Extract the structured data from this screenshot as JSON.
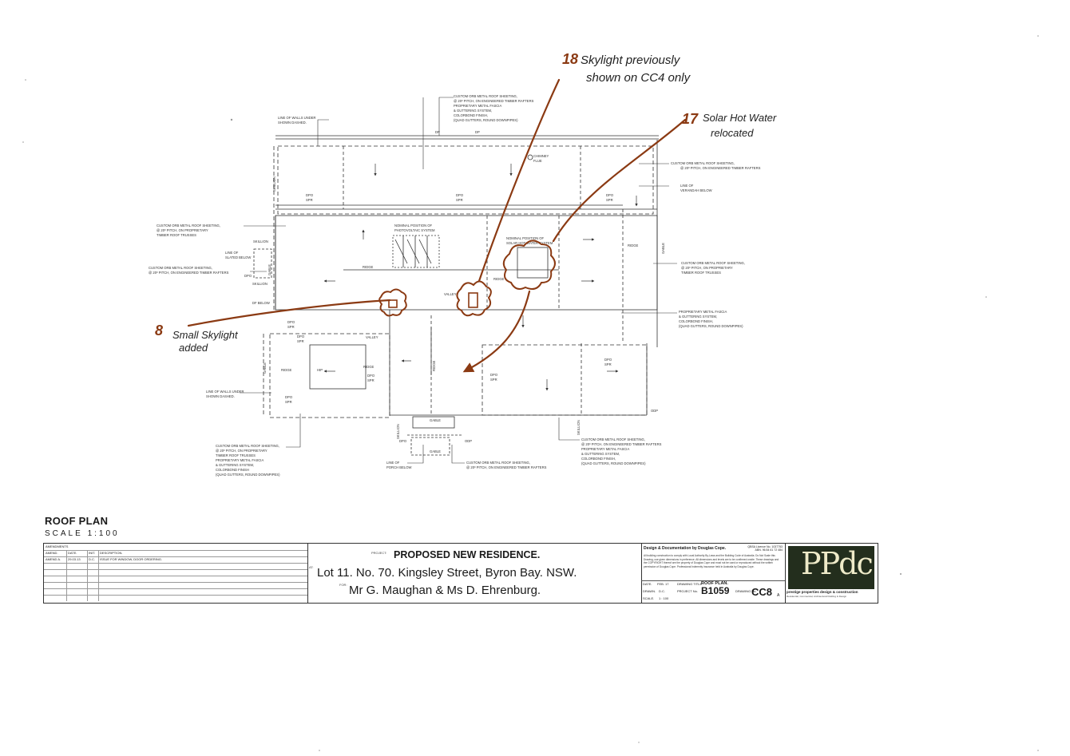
{
  "drawing": {
    "title": "ROOF PLAN",
    "scale": "SCALE  1:100"
  },
  "annotations": {
    "note_18_number": "18",
    "note_18_line1": "Skylight previously",
    "note_18_line2": "shown on CC4 only",
    "note_17_number": "17",
    "note_17_line1": "Solar Hot Water",
    "note_17_line2": "relocated",
    "note_8_number": "8",
    "note_8_line1": "Small Skylight",
    "note_8_line2": "added",
    "markup_color": "#8b3a13"
  },
  "plan_labels": {
    "orb_top": "CUSTOM ORB METAL ROOF SHEETING,",
    "orb_top_2": "@ 20º PITCH, ON ENGINEERED TIMBER RAFTERS",
    "fascia_top": "PROPRIETARY METAL FASCIA",
    "fascia_top_2": "& GUTTERING SYSTEM,",
    "fascia_top_3": "COLORBOND FINISH,",
    "fascia_top_4": "(QUAD GUTTERS, ROUND DOWNPIPES)",
    "walls_under": "LINE OF WALLS UNDER",
    "walls_under_2": "SHOWN DASHED.",
    "chimney": "CHIMNEY",
    "chimney_2": "FLUE",
    "orb_right": "CUSTOM ORB METAL ROOF SHEETING,",
    "orb_right_2": "@ 20º PITCH, ON ENGINEERED TIMBER RAFTERS",
    "verandah": "LINE OF",
    "verandah_2": "VERANDAH BELOW",
    "orb_left": "CUSTOM ORB METAL ROOF SHEETING,",
    "orb_left_2": "@ 20º PITCH, ON PROPRIETARY",
    "orb_left_3": "TIMBER ROOF TRUSSES",
    "skillion": "SKILLION",
    "line_of": "LINE OF",
    "slated": "SLATED BELOW",
    "orb_left_b": "CUSTOM ORB METAL ROOF SHEETING,",
    "orb_left_b2": "@ 20º PITCH, ON ENGINEERED TIMBER RAFTERS",
    "pv": "NOMINAL POSITION OF",
    "pv_2": "PHOTOVOLTAIC SYSTEM",
    "shw": "NOMINAL POSITION OF",
    "shw_2": "SOLAR HOT WATER SYSTEM",
    "ridge": "RIDGE",
    "orb_right_b": "CUSTOM ORB METAL ROOF SHEETING,",
    "orb_right_b2": "@ 20º PITCH, ON PROPRIETARY",
    "orb_right_b3": "TIMBER ROOF TRUSSES",
    "fascia_right": "PROPRIETARY METAL FASCIA",
    "fascia_right_2": "& GUTTERING SYSTEM,",
    "fascia_right_3": "COLORBOND FINISH,",
    "fascia_right_4": "(QUAD GUTTERS, ROUND DOWNPIPES)",
    "df_below": "DF BELOW",
    "valley": "VALLEY",
    "hip": "HIP",
    "gable": "GABLE",
    "walls_under_b": "LINE OF WALLS UNDER",
    "walls_under_b2": "SHOWN DASHED.",
    "orb_bl": "CUSTOM ORB METAL ROOF SHEETING,",
    "orb_bl_2": "@ 20º PITCH, ON PROPRIETARY",
    "orb_bl_3": "TIMBER ROOF TRUSSES",
    "orb_bl_4": "PROPRIETARY METAL FASCIA",
    "orb_bl_5": "& GUTTERING SYSTEM,",
    "orb_bl_6": "COLORBOND FINISH",
    "orb_bl_7": "(QUAD GUTTERS, ROUND DOWNPIPES)",
    "porch": "LINE OF",
    "porch_2": "PORCH BELOW",
    "orb_bc": "CUSTOM ORB METAL ROOF SHEETING,",
    "orb_bc_2": "@ 20º PITCH, ON ENGINEERED TIMBER RAFTERS",
    "orb_br": "CUSTOM ORB METAL ROOF SHEETING,",
    "orb_br_2": "@ 20º PITCH, ON ENGINEERED TIMBER RAFTERS",
    "orb_br_3": "PROPRIETARY METAL FASCIA",
    "orb_br_4": "& GUTTERING SYSTEM,",
    "orb_br_5": "COLORBOND FINISH,",
    "orb_br_6": "(QUAD GUTTERS, ROUND DOWNPIPES)",
    "dp": "DP",
    "dpo": "DPO",
    "spr": "SPR",
    "odp": "ODP",
    "gable_bottom": "GABLE"
  },
  "title_block": {
    "amendments_header": "AMENDMENTS",
    "col_amend": "AMEND.",
    "col_date": "DATE.",
    "col_init": "INIT.",
    "col_desc": "DESCRIPTION.",
    "row1_amend": "AMEND A.",
    "row1_date": "29.03.13",
    "row1_init": "D.C.",
    "row1_desc": "ISSUE FOR WINDOW, DOOR ORDERING.",
    "project_label": "PROJECT:",
    "project_title": "PROPOSED NEW RESIDENCE.",
    "at_label": "AT:",
    "address": "Lot 11. No. 70. Kingsley Street, Byron Bay. NSW.",
    "for_label": "FOR:",
    "client": "Mr G. Maughan & Ms D. Ehrenburg.",
    "doc_by": "Design & Documentation by Douglas Cope.",
    "licence": "QBSA Licence No. 1037753",
    "abn": "ABN. 96 84 61 72 484",
    "fine_print": "All building construction to comply with Local Authority By-Laws and the Building Code of Australia. Do Not Scale this Drawing, use given dimensions in preference. All dimensions and levels are to be confirmed onsite. These drawings and the COPYRIGHT thereof are the property of Douglas Cope and must not be used or reproduced without the written permission of Douglas Cope. Professional Indemnity Insurance held in Australia by Douglas Cope.",
    "date_label": "DATE.",
    "date_value": "FEB. 17",
    "drawn_label": "DRAWN.",
    "drawn_value": "D.C.",
    "scale_label": "SCALE.",
    "scale_value": "1 : 100",
    "drawing_title_label": "DRAWING TITLE.",
    "drawing_title": "ROOF PLAN.",
    "project_no_label": "PROJECT No.",
    "project_no": "B1059",
    "drawing_no_label": "DRAWING No.",
    "drawing_no": "CC8",
    "revision": "A",
    "logo": "PPdc",
    "company": "prestige properties design & construction",
    "company_fine": "Residential, Commercial, Architectural Drafting & Design",
    "logo_color": "#232e1d"
  }
}
